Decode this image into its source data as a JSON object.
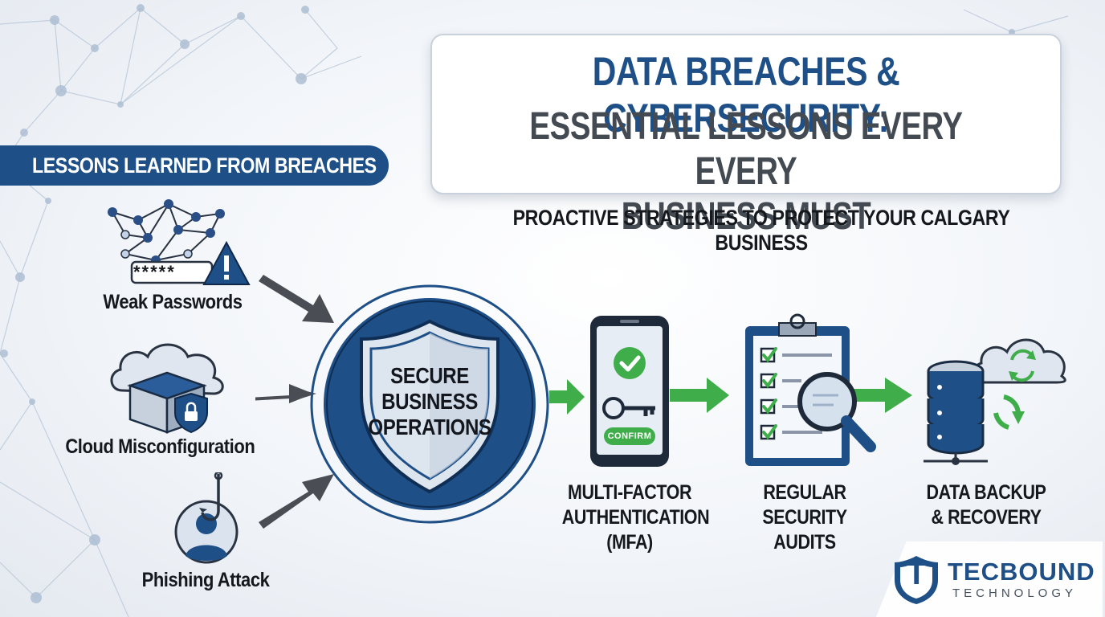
{
  "title": {
    "line1": "DATA BREACHES & CYBERSECURITY:",
    "line2a": "ESSENTIAL LESSONS EVERY EVERY",
    "line2b": "BUSINESS MUST"
  },
  "subtitle": "PROACTIVE STRATEGIES TO PROTECT YOUR CALGARY BUSINESS",
  "lessons_banner": "LESSONS LEARNED FROM BREACHES",
  "threats": [
    {
      "label": "Weak Passwords",
      "icon": "network-password-warning-icon",
      "password_mask": "*****"
    },
    {
      "label": "Cloud Misconfiguration",
      "icon": "cloud-box-lock-icon"
    },
    {
      "label": "Phishing Attack",
      "icon": "fishhook-user-icon"
    }
  ],
  "center": {
    "line1": "SECURE",
    "line2": "BUSINESS",
    "line3": "OPERATIONS",
    "icon": "shield-icon"
  },
  "strategies": [
    {
      "line1": "MULTI-FACTOR",
      "line2": "AUTHENTICATION",
      "line3": "(MFA)",
      "icon": "smartphone-key-icon",
      "button_text": "CONFIRM"
    },
    {
      "line1": "REGULAR",
      "line2": "SECURITY AUDITS",
      "icon": "clipboard-magnifier-icon"
    },
    {
      "line1": "DATA BACKUP",
      "line2": "& RECOVERY",
      "icon": "server-cloud-sync-icon"
    }
  ],
  "brand": {
    "name": "TECBOUND",
    "tagline": "TECHNOLOGY",
    "logo_letter": "T"
  },
  "colors": {
    "primary_blue": "#1e4f86",
    "arrow_green": "#3fae4a",
    "arrow_gray": "#4a4e54",
    "text_dark": "#15181d"
  }
}
